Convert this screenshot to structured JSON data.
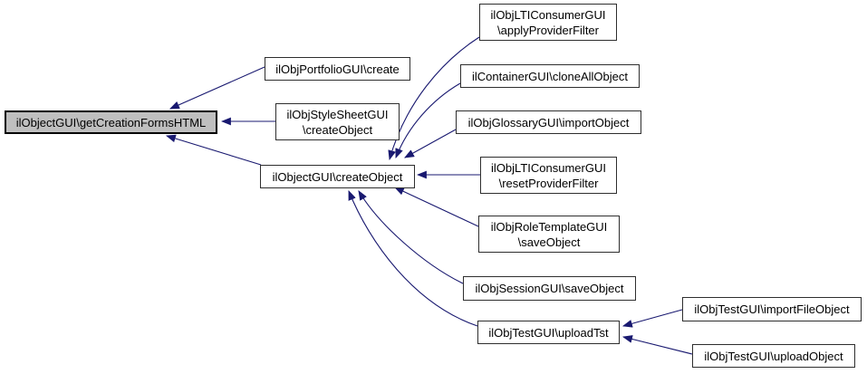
{
  "diagram": {
    "kind": "doxygen-caller-graph",
    "background_color": "#ffffff",
    "edge_color": "#191970",
    "node_border_color": "#2e2e2e",
    "node_fill": "#ffffff",
    "highlight_fill": "#bfbfbf",
    "highlight_border": "#000000"
  },
  "nodes": {
    "main": {
      "label": "ilObjectGUI\\getCreationFormsHTML",
      "highlighted": true
    },
    "portfolio_create": {
      "label": "ilObjPortfolioGUI\\create"
    },
    "stylesheet_create_object": {
      "lines": [
        "ilObjStyleSheetGUI",
        "\\createObject"
      ]
    },
    "create_object": {
      "label": "ilObjectGUI\\createObject"
    },
    "lti_apply_provider_filter": {
      "lines": [
        "ilObjLTIConsumerGUI",
        "\\applyProviderFilter"
      ]
    },
    "container_clone_all_object": {
      "label": "ilContainerGUI\\cloneAllObject"
    },
    "glossary_import_object": {
      "label": "ilObjGlossaryGUI\\importObject"
    },
    "lti_reset_provider_filter": {
      "lines": [
        "ilObjLTIConsumerGUI",
        "\\resetProviderFilter"
      ]
    },
    "role_template_save_object": {
      "lines": [
        "ilObjRoleTemplateGUI",
        "\\saveObject"
      ]
    },
    "session_save_object": {
      "label": "ilObjSessionGUI\\saveObject"
    },
    "test_upload_tst": {
      "label": "ilObjTestGUI\\uploadTst"
    },
    "test_import_file_object": {
      "label": "ilObjTestGUI\\importFileObject"
    },
    "test_upload_object": {
      "label": "ilObjTestGUI\\uploadObject"
    }
  },
  "edges": [
    {
      "from": "portfolio_create",
      "to": "main"
    },
    {
      "from": "stylesheet_create_object",
      "to": "main"
    },
    {
      "from": "create_object",
      "to": "main"
    },
    {
      "from": "lti_apply_provider_filter",
      "to": "create_object"
    },
    {
      "from": "container_clone_all_object",
      "to": "create_object"
    },
    {
      "from": "glossary_import_object",
      "to": "create_object"
    },
    {
      "from": "lti_reset_provider_filter",
      "to": "create_object"
    },
    {
      "from": "role_template_save_object",
      "to": "create_object"
    },
    {
      "from": "session_save_object",
      "to": "create_object"
    },
    {
      "from": "test_upload_tst",
      "to": "create_object"
    },
    {
      "from": "test_import_file_object",
      "to": "test_upload_tst"
    },
    {
      "from": "test_upload_object",
      "to": "test_upload_tst"
    }
  ]
}
